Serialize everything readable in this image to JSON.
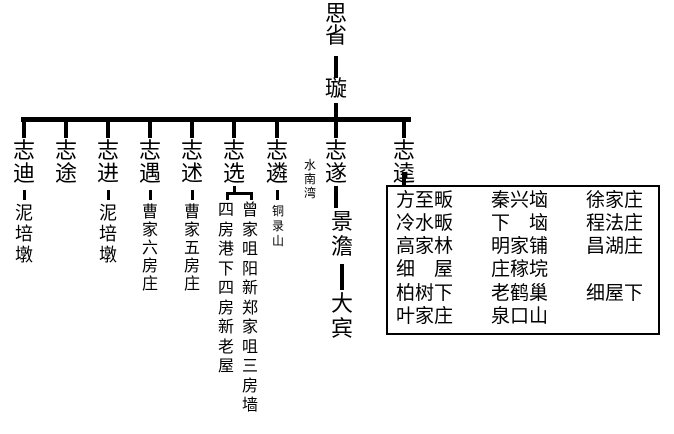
{
  "root": {
    "name": "思省"
  },
  "second": {
    "name": "璇"
  },
  "sons": [
    {
      "name": "志迪",
      "note": "泥培墩"
    },
    {
      "name": "志途"
    },
    {
      "name": "志进",
      "note": "泥培墩"
    },
    {
      "name": "志遇",
      "note": "曹家六房庄"
    },
    {
      "name": "志述",
      "note": "曹家五房庄"
    },
    {
      "name": "志选",
      "note_a": "四房港下四房新老屋",
      "note_b": "曾家咀阳新郑家咀三房墙"
    },
    {
      "name": "志遴",
      "note": "铜录山",
      "note_small": "水南湾"
    },
    {
      "name": "志遂",
      "child": "景澹",
      "grandchild": "大宾"
    },
    {
      "name": "志逵"
    }
  ],
  "box_rows": [
    "方至畈　　秦兴垴　　徐家庄",
    "冷水畈　　下　垴　　程法庄",
    "高家林　　明家铺　　昌湖庄",
    "细　屋　　庄稼垸",
    "柏树下　　老鹤巢　　细屋下",
    "叶家庄　　泉口山"
  ]
}
